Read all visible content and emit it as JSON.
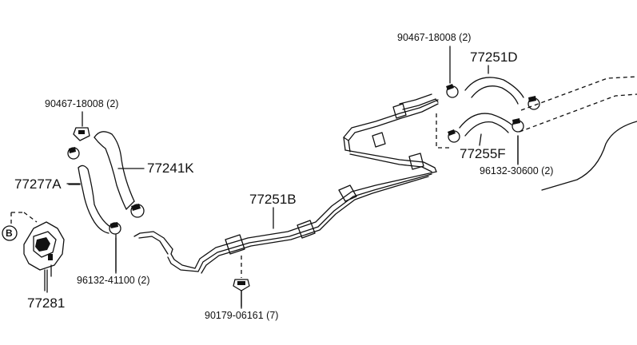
{
  "callouts": {
    "p1": "90467-18008 (2)",
    "p2": "77251D",
    "p3": "90467-18008 (2)",
    "p4": "77241K",
    "p5": "77277A",
    "p6": "77251B",
    "p7": "77255F",
    "p8": "96132-30600 (2)",
    "p9": "B",
    "p10": "96132-41100 (2)",
    "p11": "77281",
    "p12": "90179-06161 (7)"
  }
}
